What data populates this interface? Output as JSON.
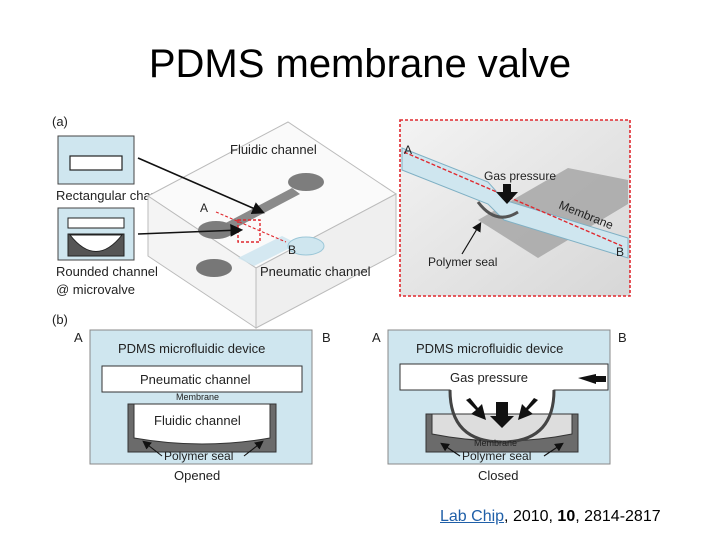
{
  "slide": {
    "title": "PDMS membrane valve"
  },
  "figure": {
    "panel_a": {
      "label": "(a)",
      "fluidic_channel": "Fluidic channel",
      "rectangular_channel": "Rectangular channel",
      "rounded_channel": "Rounded channel",
      "at_microvalve": "@ microvalve",
      "pneumatic_channel": "Pneumatic channel",
      "point_a": "A",
      "point_b": "B",
      "inset": {
        "point_a": "A",
        "point_b": "B",
        "gas_pressure": "Gas pressure",
        "membrane": "Membrane",
        "polymer_seal": "Polymer seal"
      }
    },
    "panel_b": {
      "label": "(b)",
      "opened": {
        "point_a": "A",
        "point_b": "B",
        "device": "PDMS microfluidic device",
        "pneumatic_channel": "Pneumatic channel",
        "membrane": "Membrane",
        "fluidic_channel": "Fluidic channel",
        "polymer_seal": "Polymer seal",
        "caption": "Opened"
      },
      "closed": {
        "point_a": "A",
        "point_b": "B",
        "device": "PDMS microfluidic device",
        "gas_pressure": "Gas pressure",
        "membrane": "Membrane",
        "polymer_seal": "Polymer seal",
        "caption": "Closed"
      }
    },
    "colors": {
      "device_blue": "#cfe6ef",
      "channel_white": "#ffffff",
      "seal_gray": "#6b6b6b",
      "inset_border_red": "#e0282e"
    }
  },
  "citation": {
    "journal": "Lab Chip",
    "sep1": ", 2010, ",
    "volume": "10",
    "sep2": ", 2814-2817"
  }
}
